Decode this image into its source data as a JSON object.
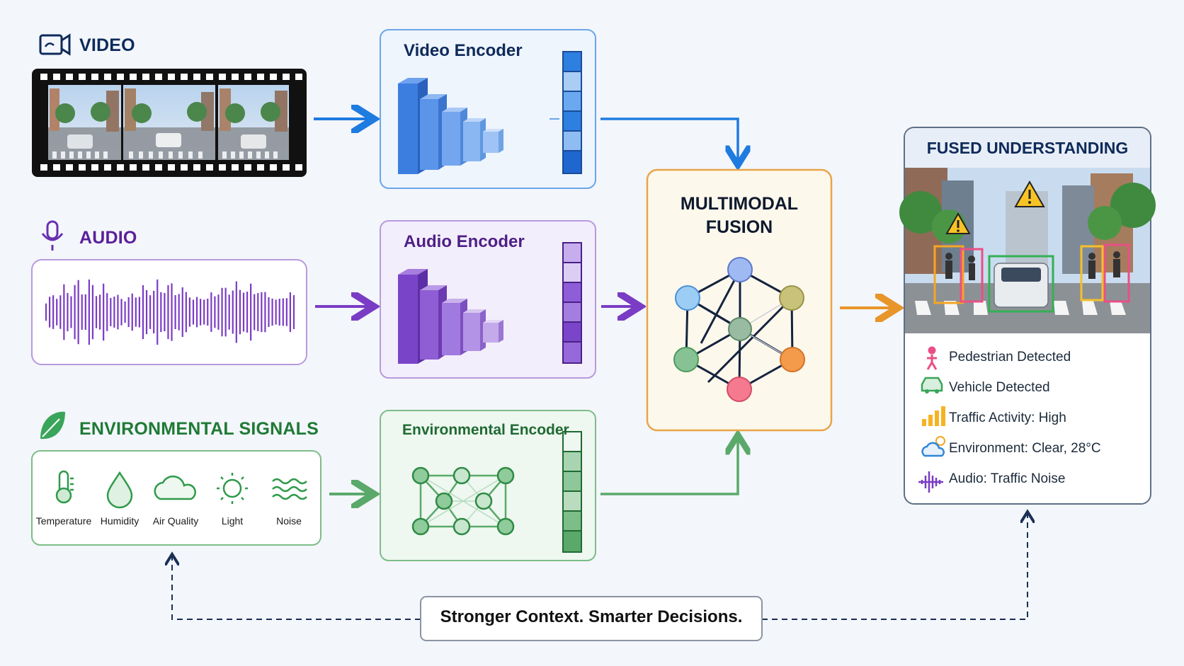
{
  "inputs": {
    "video": {
      "title": "VIDEO",
      "color": "#0e2a5a"
    },
    "audio": {
      "title": "AUDIO",
      "color": "#5b1f9a"
    },
    "env": {
      "title": "ENVIRONMENTAL SIGNALS",
      "color": "#1f7a35",
      "sensors": [
        {
          "label": "Temperature",
          "icon": "thermometer-icon"
        },
        {
          "label": "Humidity",
          "icon": "droplet-icon"
        },
        {
          "label": "Air Quality",
          "icon": "cloud-icon"
        },
        {
          "label": "Light",
          "icon": "sun-icon"
        },
        {
          "label": "Noise",
          "icon": "waves-icon"
        }
      ]
    }
  },
  "encoders": {
    "video": {
      "title": "Video Encoder",
      "accent": "#1e66d6"
    },
    "audio": {
      "title": "Audio Encoder",
      "accent": "#7a3cc4"
    },
    "env": {
      "title": "Environmental Encoder",
      "accent": "#3f9a4f"
    }
  },
  "fusion": {
    "line1": "MULTIMODAL",
    "line2": "FUSION",
    "accent": "#e8952a"
  },
  "fused": {
    "title": "FUSED UNDERSTANDING",
    "items": [
      {
        "label": "Pedestrian Detected",
        "icon": "pedestrian-icon"
      },
      {
        "label": "Vehicle Detected",
        "icon": "car-icon"
      },
      {
        "label": "Traffic Activity: High",
        "icon": "bar-chart-icon"
      },
      {
        "label": "Environment: Clear, 28°C",
        "icon": "weather-icon"
      },
      {
        "label": "Audio: Traffic Noise",
        "icon": "audio-wave-icon"
      }
    ]
  },
  "footer": {
    "tagline": "Stronger Context. Smarter Decisions."
  }
}
